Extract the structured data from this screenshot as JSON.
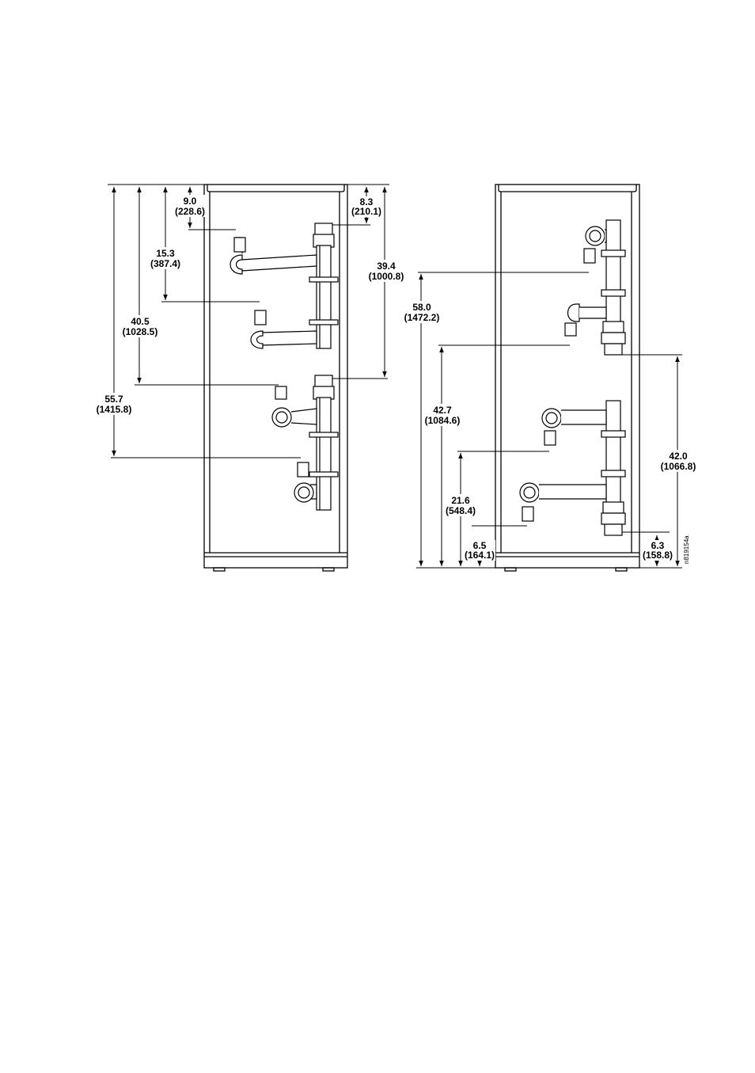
{
  "figure_id": "n819154a",
  "left_view": {
    "dimensions": [
      {
        "value": "9.0",
        "metric": "(228.6)"
      },
      {
        "value": "15.3",
        "metric": "(387.4)"
      },
      {
        "value": "40.5",
        "metric": "(1028.5)"
      },
      {
        "value": "55.7",
        "metric": "(1415.8)"
      },
      {
        "value": "8.3",
        "metric": "(210.1)"
      },
      {
        "value": "39.4",
        "metric": "(1000.8)"
      }
    ]
  },
  "right_view": {
    "dimensions": [
      {
        "value": "58.0",
        "metric": "(1472.2)"
      },
      {
        "value": "42.7",
        "metric": "(1084.6)"
      },
      {
        "value": "21.6",
        "metric": "(548.4)"
      },
      {
        "value": "6.5",
        "metric": "(164.1)"
      },
      {
        "value": "42.0",
        "metric": "(1066.8)"
      },
      {
        "value": "6.3",
        "metric": "(158.8)"
      }
    ]
  }
}
